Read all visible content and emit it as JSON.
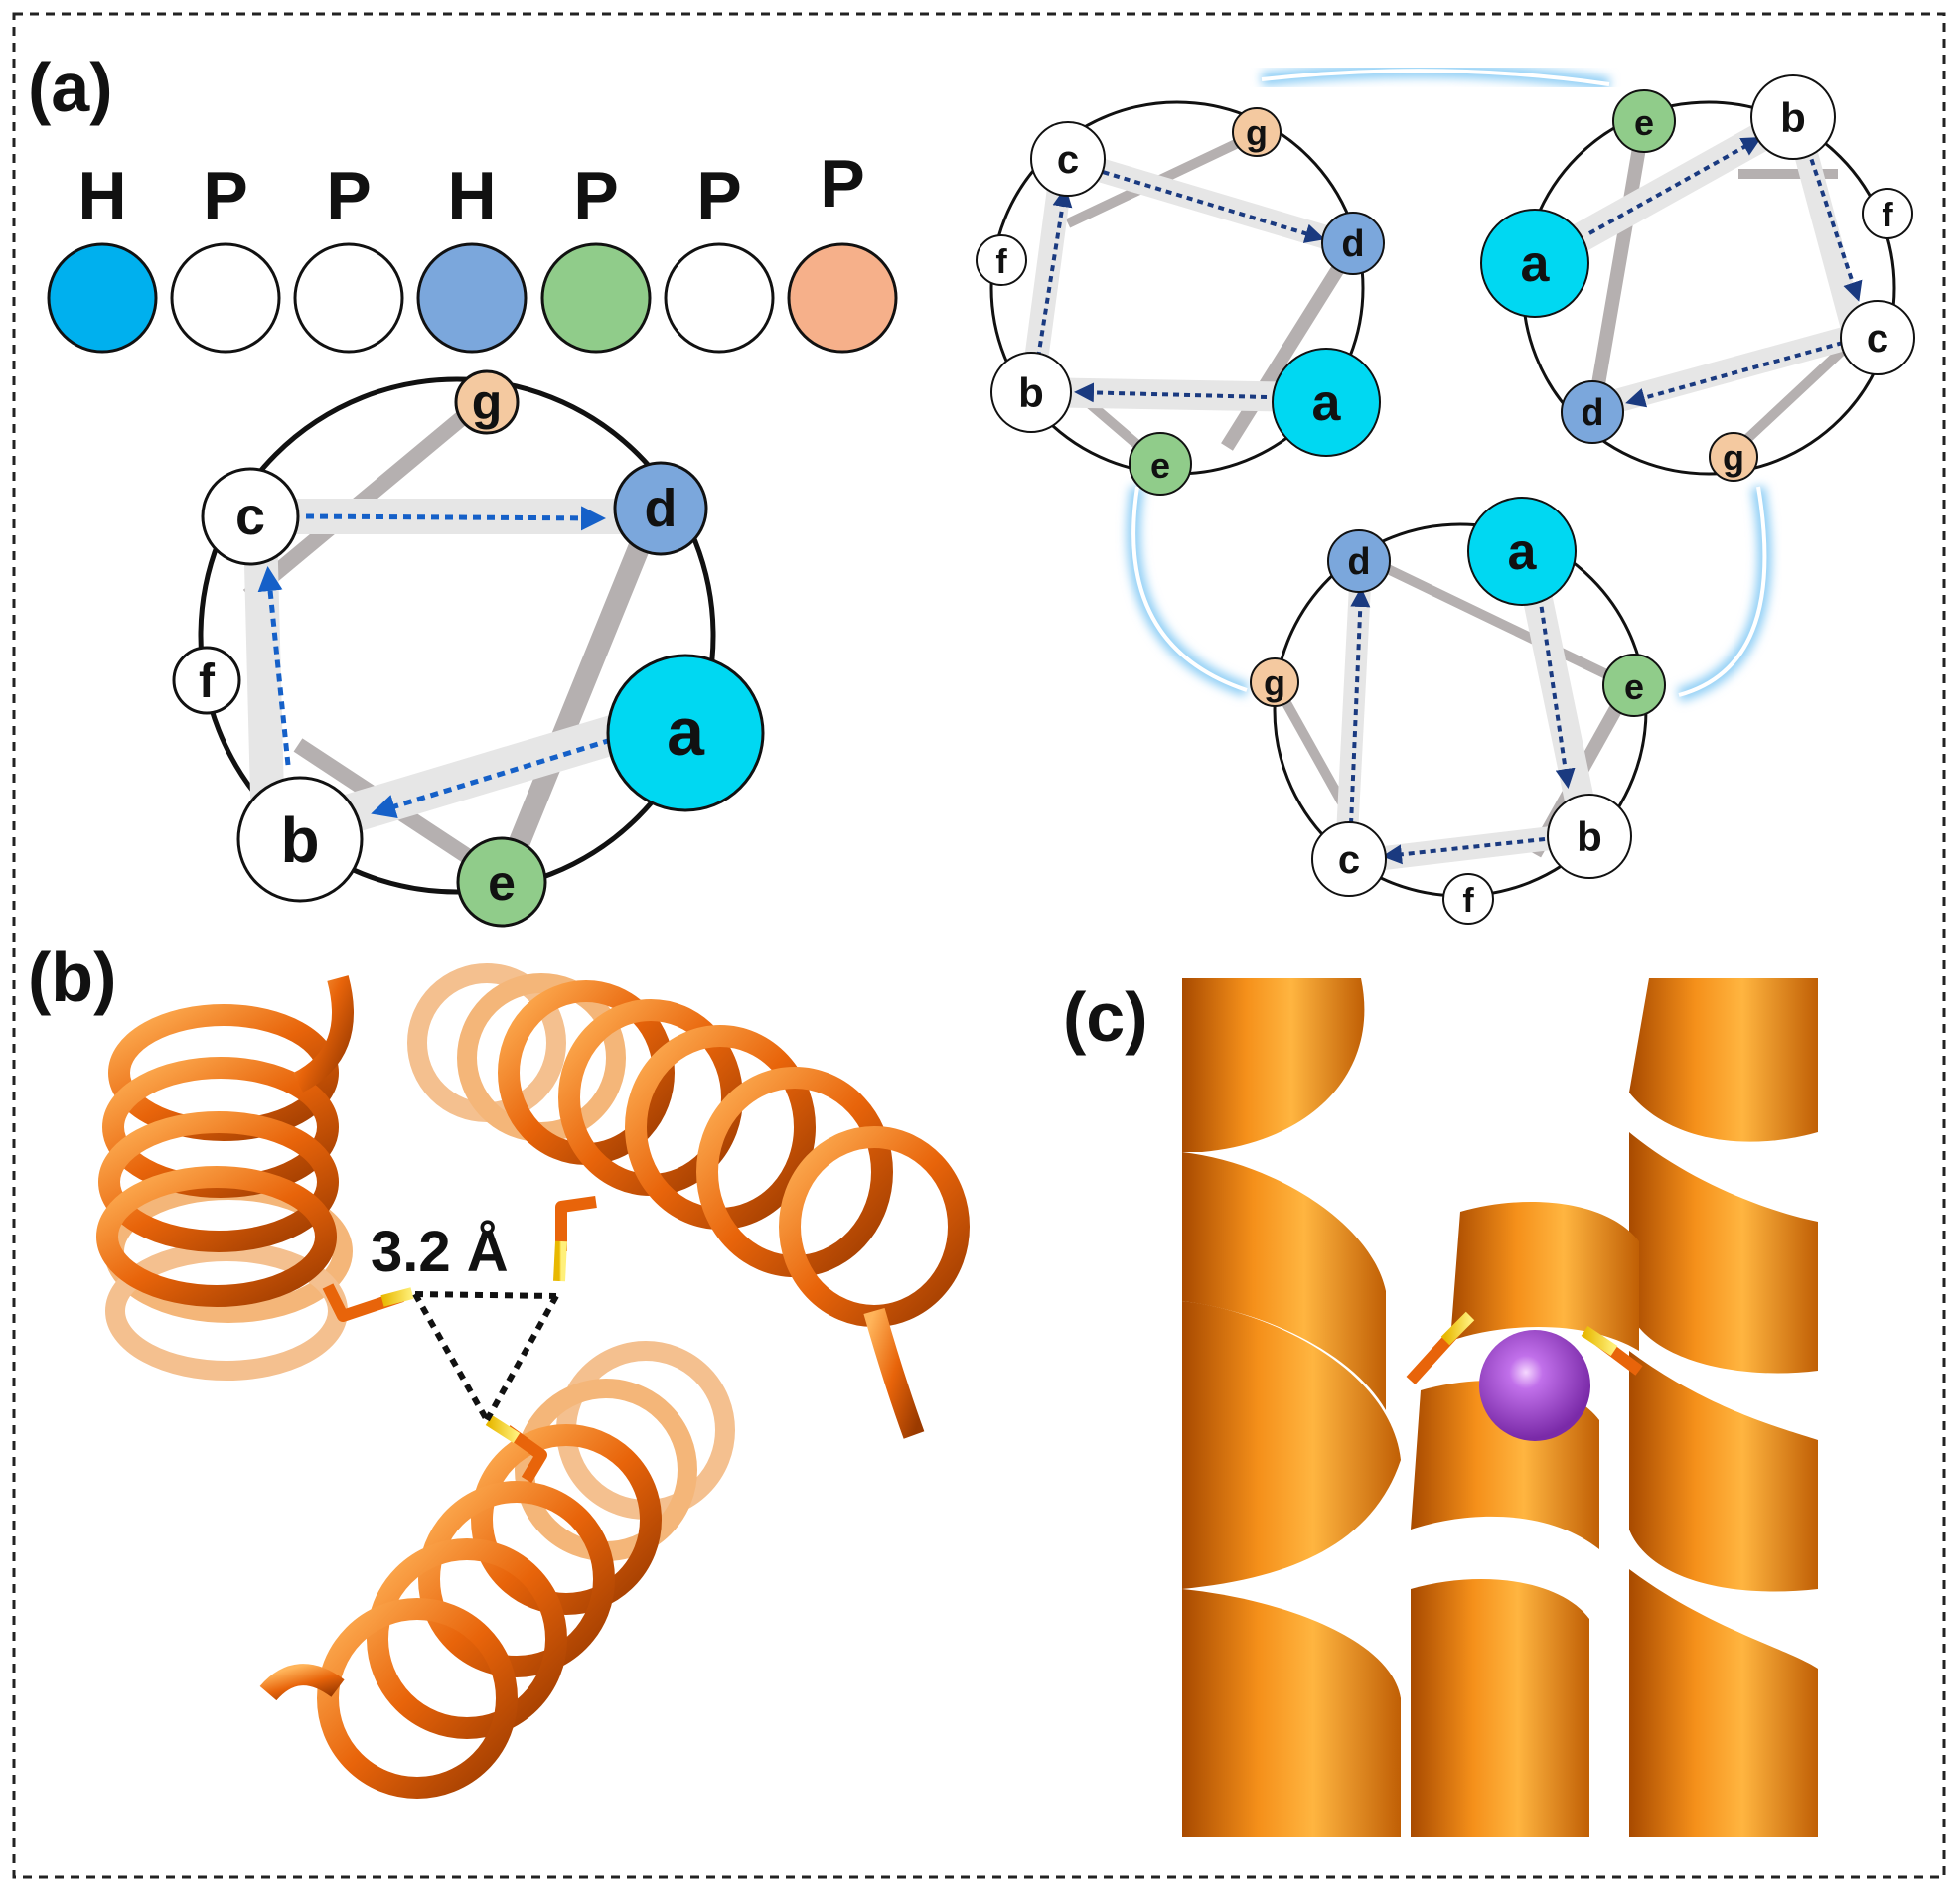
{
  "figure": {
    "panel_a": {
      "label": "(a)",
      "heptad": [
        {
          "type": "H",
          "color": "#00b0ee"
        },
        {
          "type": "P",
          "color": "#ffffff"
        },
        {
          "type": "P",
          "color": "#ffffff"
        },
        {
          "type": "H",
          "color": "#7ba7dc"
        },
        {
          "type": "P",
          "color": "#90cc8a"
        },
        {
          "type": "P",
          "color": "#ffffff"
        },
        {
          "type": "P",
          "color": "#f6b08a"
        }
      ],
      "wheel_positions": [
        "a",
        "b",
        "c",
        "d",
        "e",
        "f",
        "g"
      ],
      "position_colors": {
        "a": "#00d8f2",
        "b": "#ffffff",
        "c": "#ffffff",
        "d": "#7ba7dc",
        "e": "#90cc8a",
        "f": "#ffffff",
        "g": "#f4c9a0"
      },
      "arrow_color": "#1560c8",
      "trimer_link_color": "#8ccdf5"
    },
    "panel_b": {
      "label": "(b)",
      "distance_label": "3.2 Å",
      "helix_color": "#e4660b"
    },
    "panel_c": {
      "label": "(c)",
      "helix_color": "#ef8a12",
      "ion_color": "#a84ddb"
    }
  }
}
